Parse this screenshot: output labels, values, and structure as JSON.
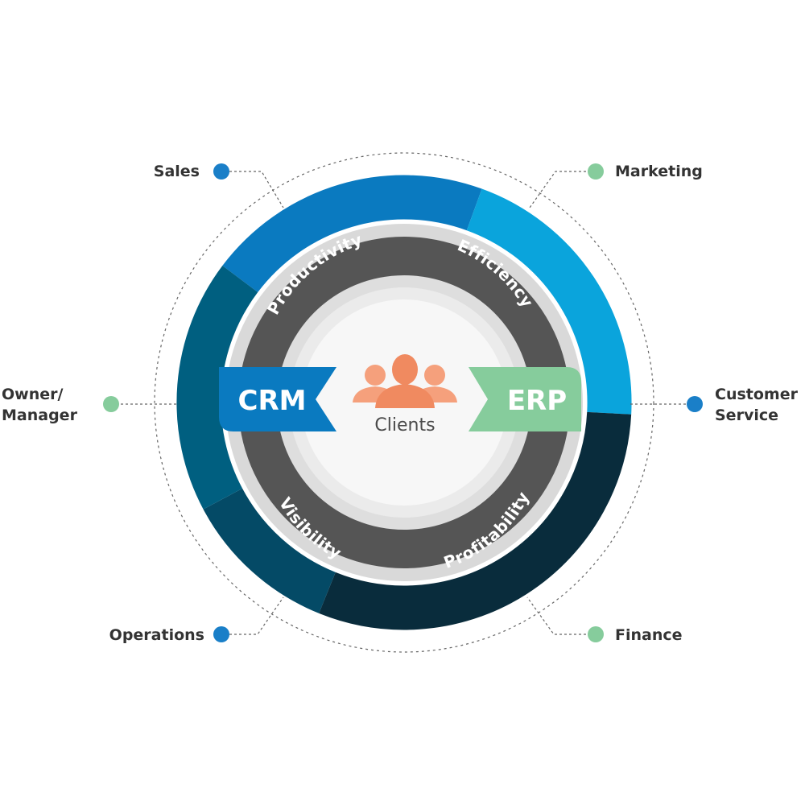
{
  "diagram": {
    "center": {
      "label": "Clients",
      "icon": "people-group-icon",
      "icon_color": "#f08a60"
    },
    "ribbons": {
      "crm": {
        "label": "CRM",
        "color": "#0a7ac0"
      },
      "erp": {
        "label": "ERP",
        "color": "#86cc9c"
      }
    },
    "inner_ring": {
      "color": "#555555",
      "labels": {
        "productivity": "Productivity",
        "efficiency": "Efficiency",
        "visibility": "Visibility",
        "profitability": "Profitability"
      }
    },
    "outer_ring_colors": {
      "sales": "#0a7ac0",
      "marketing": "#0aa4dc",
      "finance": "#092c3c",
      "operations": "#044a66",
      "owner": "#005f80"
    },
    "departments": [
      {
        "key": "sales",
        "label": "Sales",
        "dot_color": "#1a7fc8"
      },
      {
        "key": "marketing",
        "label": "Marketing",
        "dot_color": "#86cc9c"
      },
      {
        "key": "customer_service",
        "label_line1": "Customer",
        "label_line2": "Service",
        "dot_color": "#1a7fc8"
      },
      {
        "key": "finance",
        "label": "Finance",
        "dot_color": "#86cc9c"
      },
      {
        "key": "operations",
        "label": "Operations",
        "dot_color": "#1a7fc8"
      },
      {
        "key": "owner",
        "label_line1": "Owner/",
        "label_line2": "Manager",
        "dot_color": "#86cc9c"
      }
    ]
  }
}
